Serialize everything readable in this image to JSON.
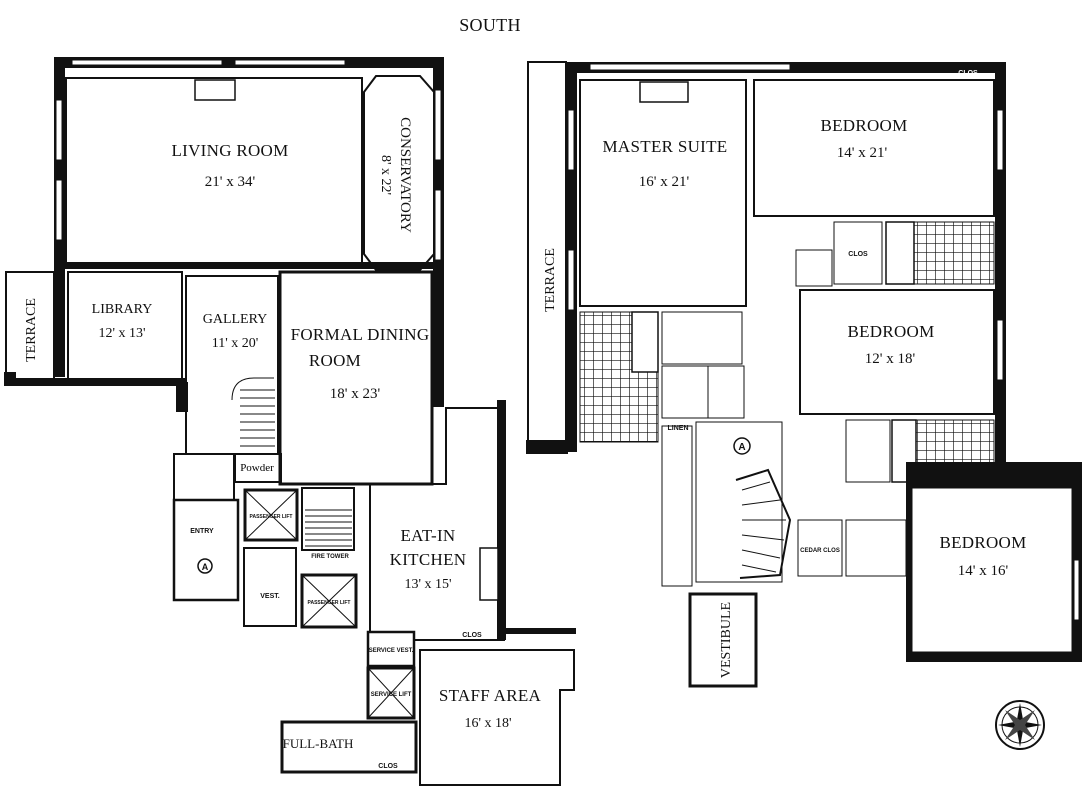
{
  "orientation": {
    "label": "SOUTH"
  },
  "icons": {
    "compass": "compass-rose-icon",
    "elevator_marker": "A"
  },
  "left_unit": {
    "rooms": {
      "living_room": {
        "name": "LIVING ROOM",
        "dims": "21' x 34'"
      },
      "conservatory": {
        "name": "CONSERVATORY",
        "dims": "8' x 22'"
      },
      "terrace": {
        "name": "TERRACE"
      },
      "library": {
        "name": "LIBRARY",
        "dims": "12' x 13'"
      },
      "gallery": {
        "name": "GALLERY",
        "dims": "11' x 20'"
      },
      "formal_dining": {
        "name_line1": "FORMAL DINING",
        "name_line2": "ROOM",
        "dims": "18' x 23'"
      },
      "powder": {
        "name": "Powder"
      },
      "entry": {
        "name": "ENTRY"
      },
      "passenger_lift_1": {
        "name": "PASSENGER LIFT"
      },
      "passenger_lift_2": {
        "name": "PASSENGER LIFT"
      },
      "fire_tower": {
        "name": "FIRE TOWER"
      },
      "vest": {
        "name": "VEST."
      },
      "eat_in_kitchen": {
        "name_line1": "EAT-IN",
        "name_line2": "KITCHEN",
        "dims": "13' x 15'"
      },
      "clos": {
        "name": "CLOS"
      },
      "service_vest": {
        "name": "SERVICE VEST."
      },
      "service_lift": {
        "name": "SERVICE LIFT"
      },
      "staff_area": {
        "name": "STAFF AREA",
        "dims": "16' x 18'"
      },
      "full_bath": {
        "name": "FULL-BATH"
      },
      "clos_bath": {
        "name": "CLOS"
      }
    }
  },
  "right_unit": {
    "rooms": {
      "terrace": {
        "name": "TERRACE"
      },
      "master_suite": {
        "name": "MASTER SUITE",
        "dims": "16' x 21'"
      },
      "bedroom_1": {
        "name": "BEDROOM",
        "dims": "14' x 21'"
      },
      "bedroom_2": {
        "name": "BEDROOM",
        "dims": "12' x 18'"
      },
      "bedroom_3": {
        "name": "BEDROOM",
        "dims": "14' x 16'"
      },
      "vestibule": {
        "name": "VESTIBULE"
      },
      "linen": {
        "name": "LINEN"
      },
      "cedar_clos": {
        "name": "CEDAR CLOS"
      },
      "clos": {
        "name": "CLOS"
      }
    }
  }
}
